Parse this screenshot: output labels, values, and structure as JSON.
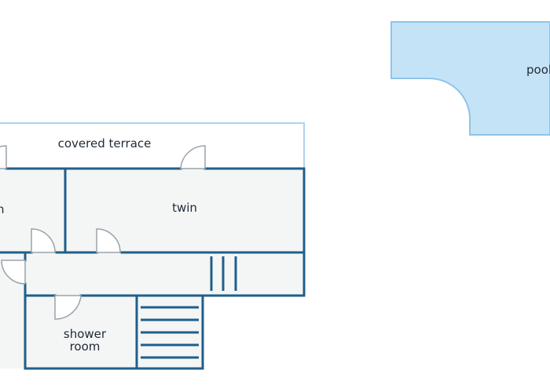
{
  "rooms": {
    "pool": "pool",
    "covered_terrace": "covered terrace",
    "twin": "twin",
    "left_room_partial": "n",
    "shower_room_line1": "shower",
    "shower_room_line2": "room"
  },
  "colors": {
    "wall": "#1f5f8b",
    "floor": "#f4f5f5",
    "pool_fill": "#c5e3f7",
    "pool_edge": "#8fc4e8",
    "terrace_edge": "#a9d6ec",
    "text": "#1e2a35"
  }
}
